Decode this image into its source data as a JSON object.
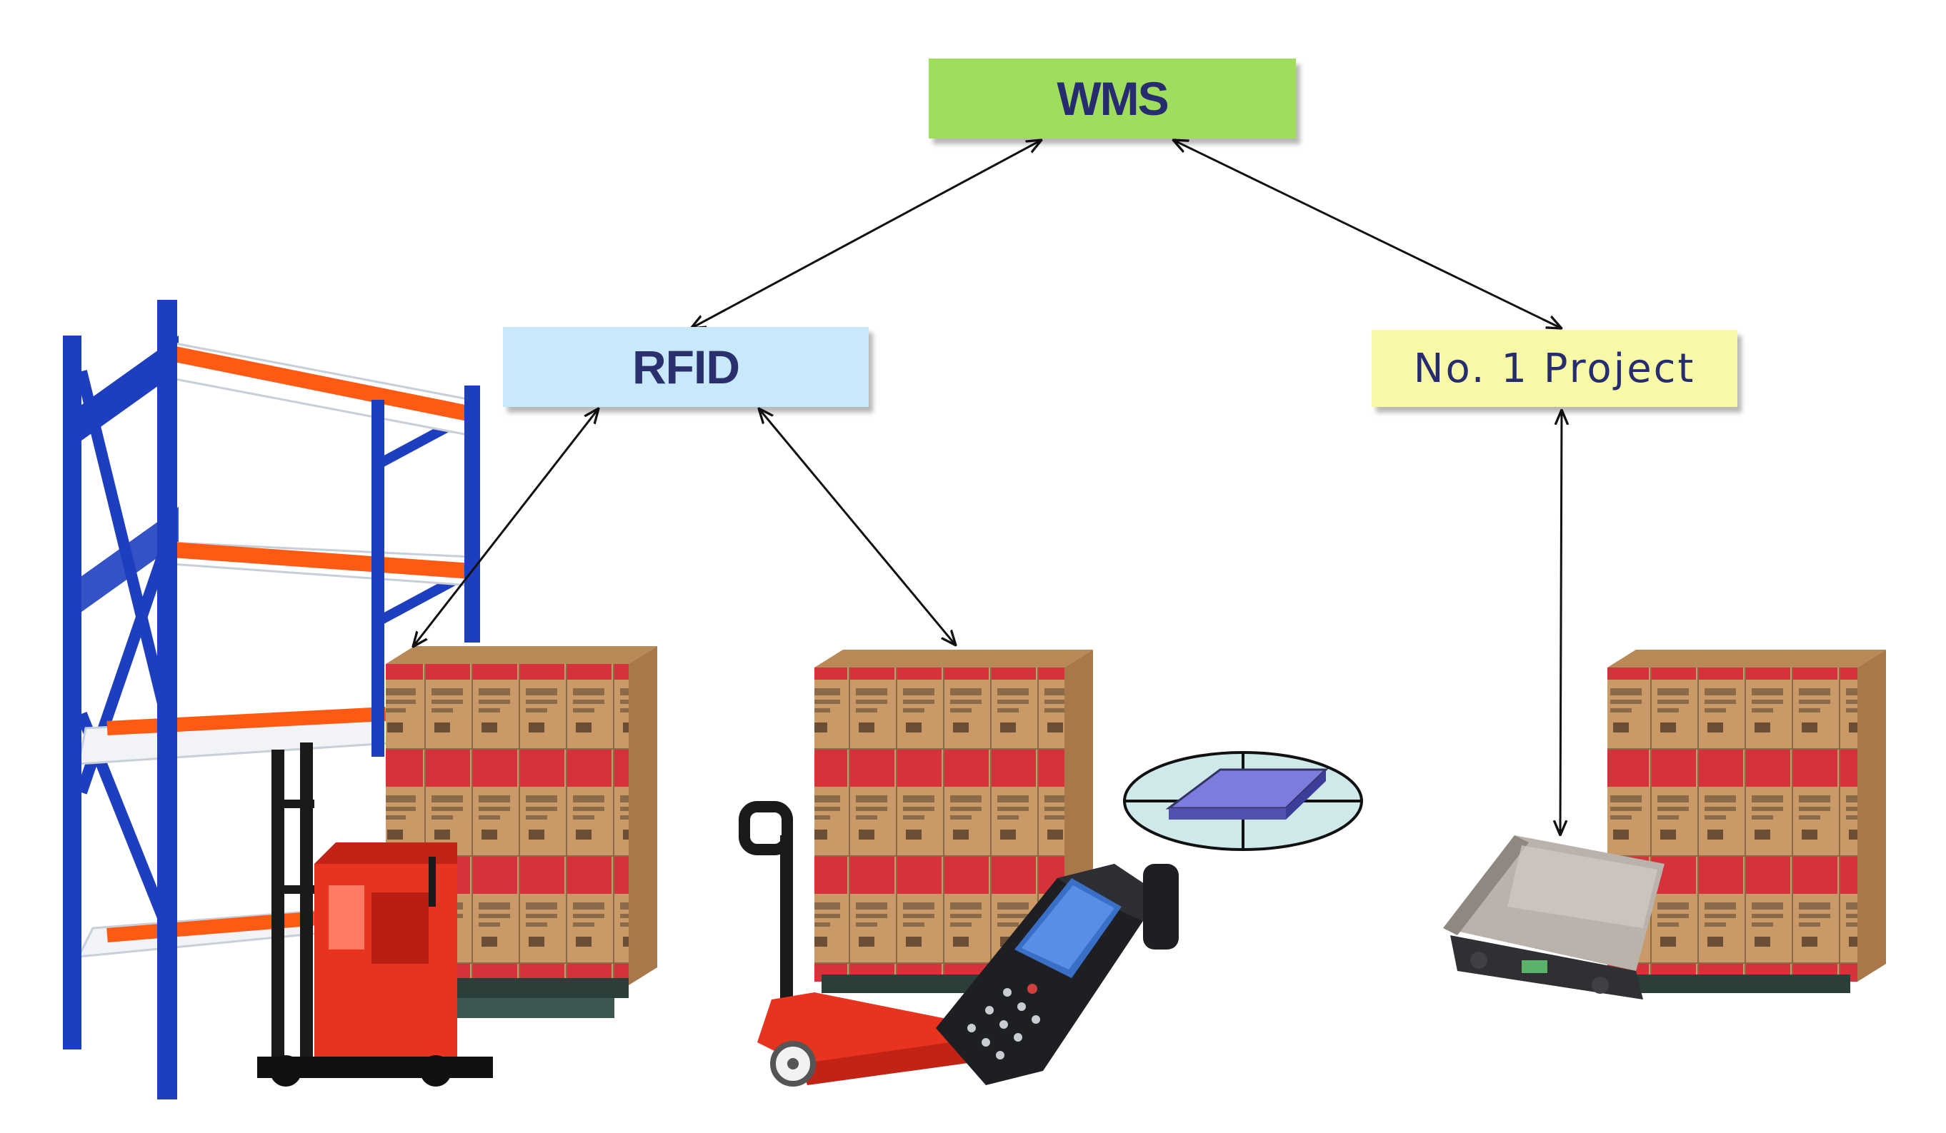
{
  "diagram": {
    "nodes": {
      "wms": {
        "label": "WMS",
        "fill": "#9fde5c",
        "text_color": "#262c6e"
      },
      "rfid": {
        "label": "RFID",
        "fill": "#c8e9fc",
        "text_color": "#2a2f6e"
      },
      "project": {
        "label": "No. 1 Project",
        "fill": "#f8f9a6",
        "text_color": "#262c6e"
      }
    },
    "edges": [
      {
        "from": "wms",
        "to": "rfid",
        "style": "bidirectional"
      },
      {
        "from": "wms",
        "to": "project",
        "style": "bidirectional"
      },
      {
        "from": "rfid",
        "to": "shelf-pallet",
        "style": "bidirectional"
      },
      {
        "from": "rfid",
        "to": "handheld-pallet",
        "style": "bidirectional"
      },
      {
        "from": "project",
        "to": "fixed-reader",
        "style": "bidirectional"
      }
    ]
  },
  "illustrations": [
    "storage-rack",
    "forklift",
    "box-pallet",
    "pallet-jack",
    "handheld-rfid-scanner",
    "rfid-antenna-pad",
    "fixed-rfid-reader"
  ],
  "colors": {
    "rack_blue": "#1d3fbf",
    "rack_orange": "#ff5a14",
    "box_kraft": "#c99a68",
    "box_red": "#d6323a",
    "forklift_red": "#e8331f",
    "arrow": "#111111"
  }
}
